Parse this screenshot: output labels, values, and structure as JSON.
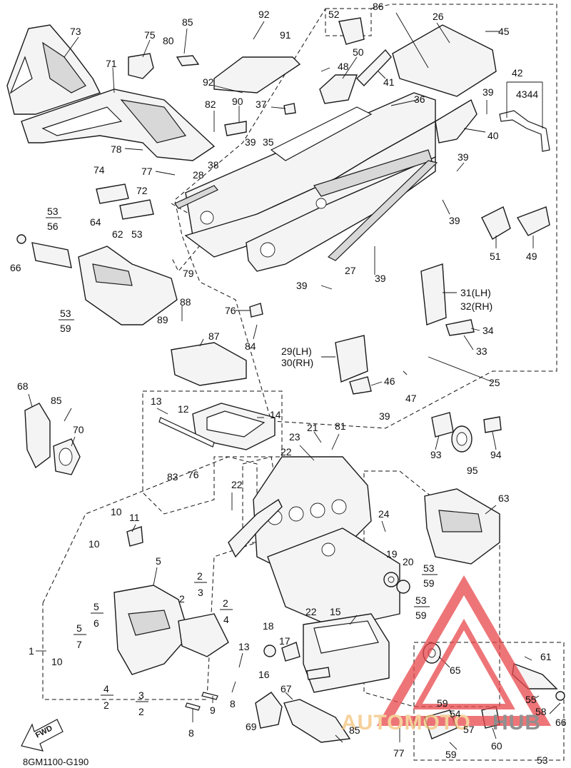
{
  "diagram": {
    "code": "8GM1100-G190",
    "fwd_label": "FWD",
    "watermark": {
      "left": "AUTOMOTO",
      "right": "HUB",
      "color_left": "#f2c27a",
      "color_right": "#6b6b6b",
      "logo_color": "#e8474c"
    },
    "callouts": [
      {
        "id": "c73",
        "text": "73"
      },
      {
        "id": "c71",
        "text": "71"
      },
      {
        "id": "c75",
        "text": "75"
      },
      {
        "id": "c85a",
        "text": "85"
      },
      {
        "id": "c80",
        "text": "80"
      },
      {
        "id": "c92a",
        "text": "92"
      },
      {
        "id": "c91",
        "text": "91"
      },
      {
        "id": "c92b",
        "text": "92"
      },
      {
        "id": "c82",
        "text": "82"
      },
      {
        "id": "c90",
        "text": "90"
      },
      {
        "id": "c37",
        "text": "37"
      },
      {
        "id": "c39a",
        "text": "39"
      },
      {
        "id": "c35",
        "text": "35"
      },
      {
        "id": "c52",
        "text": "52"
      },
      {
        "id": "c86",
        "text": "86"
      },
      {
        "id": "c26",
        "text": "26"
      },
      {
        "id": "c45",
        "text": "45"
      },
      {
        "id": "c50",
        "text": "50"
      },
      {
        "id": "c48",
        "text": "48"
      },
      {
        "id": "c41",
        "text": "41"
      },
      {
        "id": "c36",
        "text": "36"
      },
      {
        "id": "c42",
        "text": "42"
      },
      {
        "id": "c39b",
        "text": "39"
      },
      {
        "id": "c4344",
        "text": "4344"
      },
      {
        "id": "c40",
        "text": "40"
      },
      {
        "id": "c78",
        "text": "78"
      },
      {
        "id": "c77a",
        "text": "77"
      },
      {
        "id": "c74",
        "text": "74"
      },
      {
        "id": "c72",
        "text": "72"
      },
      {
        "id": "c28",
        "text": "28"
      },
      {
        "id": "c38",
        "text": "38"
      },
      {
        "id": "c39c",
        "text": "39"
      },
      {
        "id": "c39d",
        "text": "39"
      },
      {
        "id": "c53a",
        "text": "53"
      },
      {
        "id": "c56",
        "text": "56"
      },
      {
        "id": "c64",
        "text": "64"
      },
      {
        "id": "c62",
        "text": "62"
      },
      {
        "id": "c53b",
        "text": "53"
      },
      {
        "id": "c66a",
        "text": "66"
      },
      {
        "id": "c79",
        "text": "79"
      },
      {
        "id": "c27",
        "text": "27"
      },
      {
        "id": "c39e",
        "text": "39"
      },
      {
        "id": "c39f",
        "text": "39"
      },
      {
        "id": "c51",
        "text": "51"
      },
      {
        "id": "c49",
        "text": "49"
      },
      {
        "id": "c31",
        "text": "31(LH)"
      },
      {
        "id": "c32",
        "text": "32(RH)"
      },
      {
        "id": "c34",
        "text": "34"
      },
      {
        "id": "c33",
        "text": "33"
      },
      {
        "id": "c53c",
        "text": "53"
      },
      {
        "id": "c59a",
        "text": "59"
      },
      {
        "id": "c76a",
        "text": "76"
      },
      {
        "id": "c84",
        "text": "84"
      },
      {
        "id": "c89",
        "text": "89"
      },
      {
        "id": "c88",
        "text": "88"
      },
      {
        "id": "c87",
        "text": "87"
      },
      {
        "id": "c29",
        "text": "29(LH)"
      },
      {
        "id": "c30",
        "text": "30(RH)"
      },
      {
        "id": "c46",
        "text": "46"
      },
      {
        "id": "c47",
        "text": "47"
      },
      {
        "id": "c39g",
        "text": "39"
      },
      {
        "id": "c25",
        "text": "25"
      },
      {
        "id": "c68",
        "text": "68"
      },
      {
        "id": "c85b",
        "text": "85"
      },
      {
        "id": "c70",
        "text": "70"
      },
      {
        "id": "c13a",
        "text": "13"
      },
      {
        "id": "c12",
        "text": "12"
      },
      {
        "id": "c14",
        "text": "14"
      },
      {
        "id": "c21",
        "text": "21"
      },
      {
        "id": "c81",
        "text": "81"
      },
      {
        "id": "c23",
        "text": "23"
      },
      {
        "id": "c22a",
        "text": "22"
      },
      {
        "id": "c93",
        "text": "93"
      },
      {
        "id": "c95",
        "text": "95"
      },
      {
        "id": "c94",
        "text": "94"
      },
      {
        "id": "c83",
        "text": "83"
      },
      {
        "id": "c76b",
        "text": "76"
      },
      {
        "id": "c22b",
        "text": "22"
      },
      {
        "id": "c63",
        "text": "63"
      },
      {
        "id": "c24",
        "text": "24"
      },
      {
        "id": "c10a",
        "text": "10"
      },
      {
        "id": "c11",
        "text": "11"
      },
      {
        "id": "c10b",
        "text": "10"
      },
      {
        "id": "c5a",
        "text": "5"
      },
      {
        "id": "c19",
        "text": "19"
      },
      {
        "id": "c20",
        "text": "20"
      },
      {
        "id": "c53d",
        "text": "53"
      },
      {
        "id": "c59b",
        "text": "59"
      },
      {
        "id": "c53e",
        "text": "53"
      },
      {
        "id": "c59c",
        "text": "59"
      },
      {
        "id": "c2a",
        "text": "2"
      },
      {
        "id": "c3a",
        "text": "3"
      },
      {
        "id": "c2b",
        "text": "2"
      },
      {
        "id": "c2c",
        "text": "2"
      },
      {
        "id": "c4a",
        "text": "4"
      },
      {
        "id": "c22c",
        "text": "22"
      },
      {
        "id": "c15",
        "text": "15"
      },
      {
        "id": "c5b",
        "text": "5"
      },
      {
        "id": "c6",
        "text": "6"
      },
      {
        "id": "c5c",
        "text": "5"
      },
      {
        "id": "c7",
        "text": "7"
      },
      {
        "id": "c1",
        "text": "1"
      },
      {
        "id": "c10c",
        "text": "10"
      },
      {
        "id": "c18",
        "text": "18"
      },
      {
        "id": "c17",
        "text": "17"
      },
      {
        "id": "c13b",
        "text": "13"
      },
      {
        "id": "c61",
        "text": "61"
      },
      {
        "id": "c65",
        "text": "65"
      },
      {
        "id": "c4b",
        "text": "4"
      },
      {
        "id": "c2d",
        "text": "2"
      },
      {
        "id": "c3b",
        "text": "3"
      },
      {
        "id": "c2e",
        "text": "2"
      },
      {
        "id": "c16",
        "text": "16"
      },
      {
        "id": "c9",
        "text": "9"
      },
      {
        "id": "c8a",
        "text": "8"
      },
      {
        "id": "c8b",
        "text": "8"
      },
      {
        "id": "c67",
        "text": "67"
      },
      {
        "id": "c59d",
        "text": "59"
      },
      {
        "id": "c54",
        "text": "54"
      },
      {
        "id": "c55",
        "text": "55"
      },
      {
        "id": "c58",
        "text": "58"
      },
      {
        "id": "c66b",
        "text": "66"
      },
      {
        "id": "c57",
        "text": "57"
      },
      {
        "id": "c60",
        "text": "60"
      },
      {
        "id": "c69",
        "text": "69"
      },
      {
        "id": "c85c",
        "text": "85"
      },
      {
        "id": "c77b",
        "text": "77"
      },
      {
        "id": "c59e",
        "text": "59"
      },
      {
        "id": "c53f",
        "text": "53"
      }
    ]
  }
}
